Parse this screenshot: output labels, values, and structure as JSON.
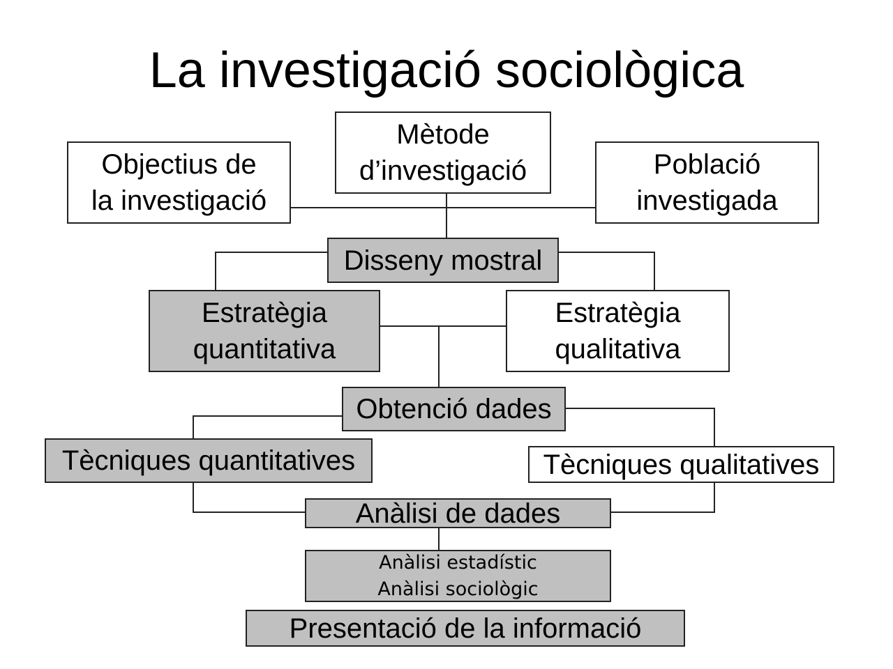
{
  "title": "La investigació sociològica",
  "colors": {
    "gray_box": "#c0c0c0",
    "white_box": "#ffffff",
    "line": "#222222"
  },
  "nodes": {
    "metode": [
      "Mètode",
      "d’investigació"
    ],
    "objectius": [
      "Objectius de",
      "la investigació"
    ],
    "poblacio": [
      "Població",
      "investigada"
    ],
    "disseny": "Disseny mostral",
    "estrategia_quant": [
      "Estratègia",
      "quantitativa"
    ],
    "estrategia_qual": [
      "Estratègia",
      "qualitativa"
    ],
    "obtencio": "Obtenció dades",
    "tecniques_quant": "Tècniques quantitatives",
    "tecniques_qual": "Tècniques qualitatives",
    "analisi": "Anàlisi de dades",
    "analisi_tipus": [
      "Anàlisi estadístic",
      "Anàlisi sociològic"
    ],
    "presentacio": "Presentació de la informació"
  }
}
